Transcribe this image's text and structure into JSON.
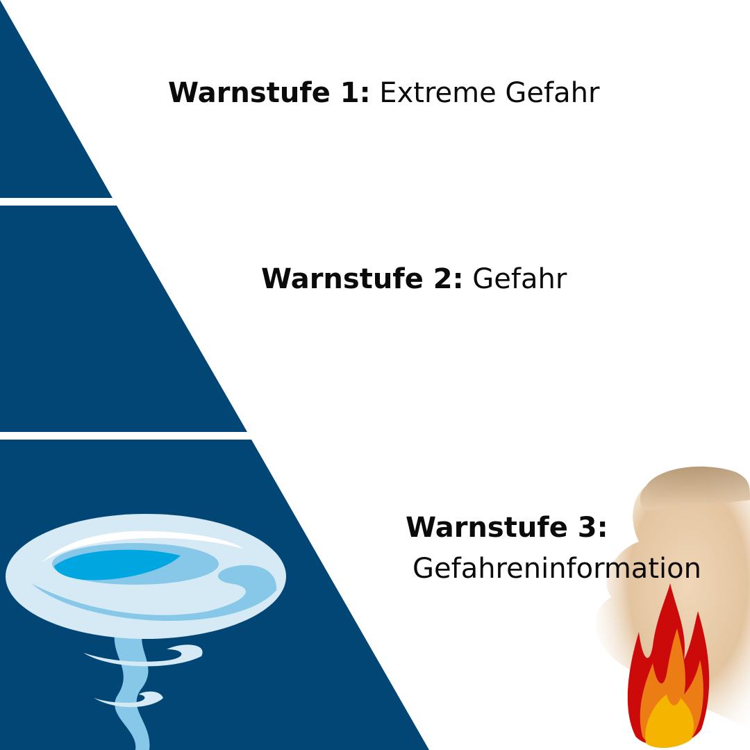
{
  "levels": [
    {
      "bold": "Warnstufe 1:",
      "text": " Extreme Gefahr"
    },
    {
      "bold": "Warnstufe 2:",
      "text": " Gefahr"
    },
    {
      "bold": "Warnstufe 3:",
      "text": "Gefahreninformation"
    }
  ],
  "colors": {
    "pyramid": "#024676",
    "background": "#ffffff",
    "text": "#0b0b0b"
  },
  "illustrations": [
    "tornado",
    "smoke-and-fire"
  ]
}
